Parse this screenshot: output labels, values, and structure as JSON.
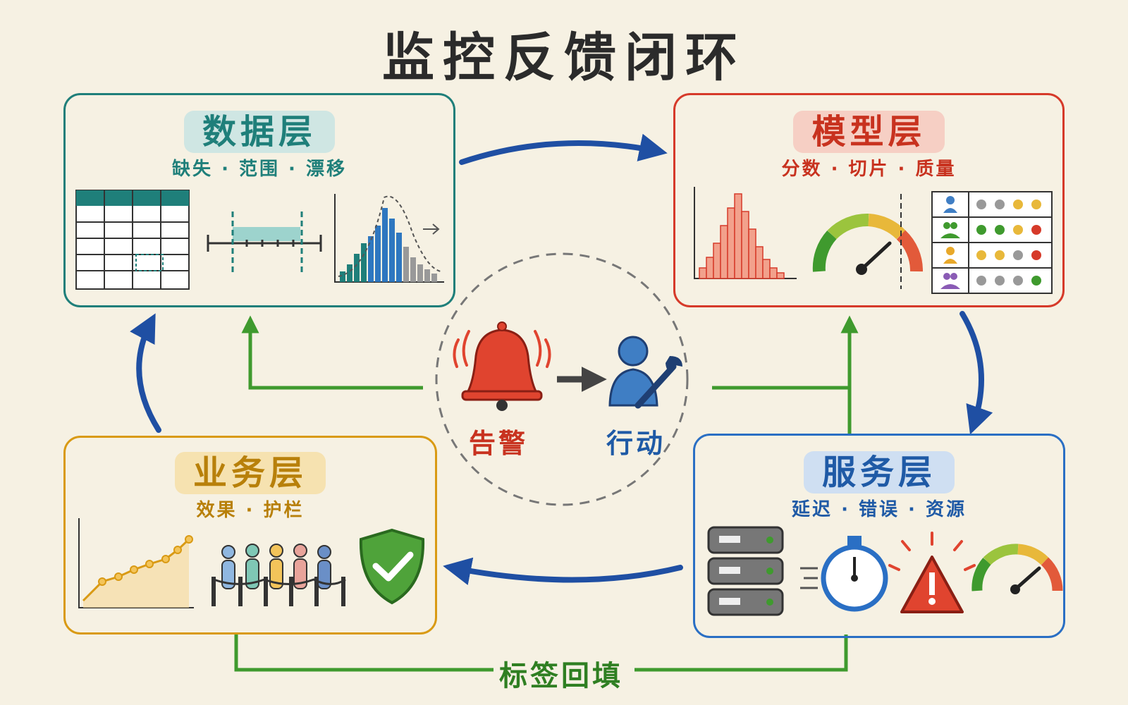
{
  "title": "监控反馈闭环",
  "colors": {
    "data": "#1f7f7a",
    "model": "#d63a2a",
    "service": "#2a6fc4",
    "business": "#d99a14",
    "flow": "#1f4fa3",
    "green": "#3f9a2e",
    "alert": "#d83a2a"
  },
  "layers": {
    "data": {
      "title": "数据层",
      "subtitle": "缺失 · 范围 · 漂移"
    },
    "model": {
      "title": "模型层",
      "subtitle": "分数 · 切片 · 质量"
    },
    "service": {
      "title": "服务层",
      "subtitle": "延迟 · 错误 · 资源"
    },
    "business": {
      "title": "业务层",
      "subtitle": "效果 · 护栏"
    }
  },
  "center": {
    "alert": "告警",
    "action": "行动"
  },
  "label_backfill": "标签回填",
  "icons": [
    "table-icon",
    "range-icon",
    "drift-histogram-icon",
    "score-histogram-icon",
    "gauge-icon",
    "slice-grid-icon",
    "server-icon",
    "stopwatch-icon",
    "warning-icon",
    "resource-gauge-icon",
    "trend-chart-icon",
    "people-queue-icon",
    "shield-check-icon",
    "bell-icon",
    "engineer-icon"
  ]
}
